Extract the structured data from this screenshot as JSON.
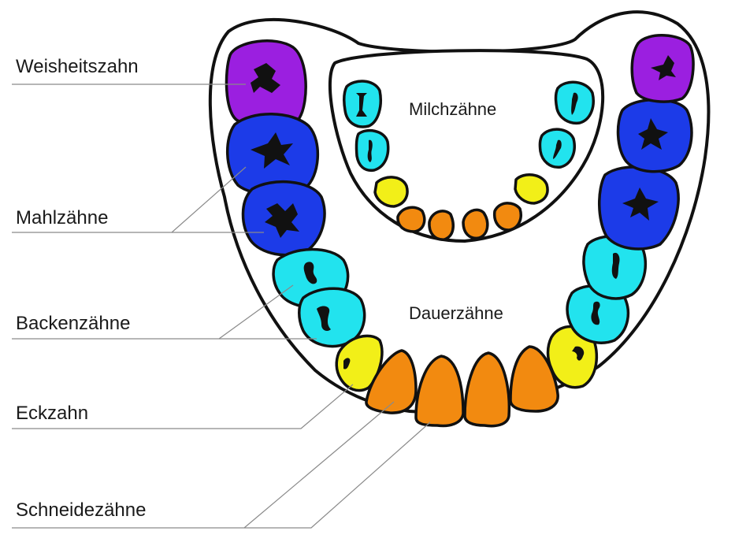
{
  "labels": {
    "weisheitszahn": "Weisheitszahn",
    "mahlzaehne": "Mahlzähne",
    "backenzaehne": "Backenzähne",
    "eckzahn": "Eckzahn",
    "schneidezaehne": "Schneidezähne"
  },
  "regions": {
    "milchzaehne": "Milchzähne",
    "dauerzaehne": "Dauerzähne"
  },
  "colors": {
    "weisheitszahn": "#9b1fe0",
    "mahlzahn": "#1c3be8",
    "backenzahn": "#22e3ee",
    "eckzahn": "#f2ef18",
    "schneidezahn": "#f28a10"
  }
}
